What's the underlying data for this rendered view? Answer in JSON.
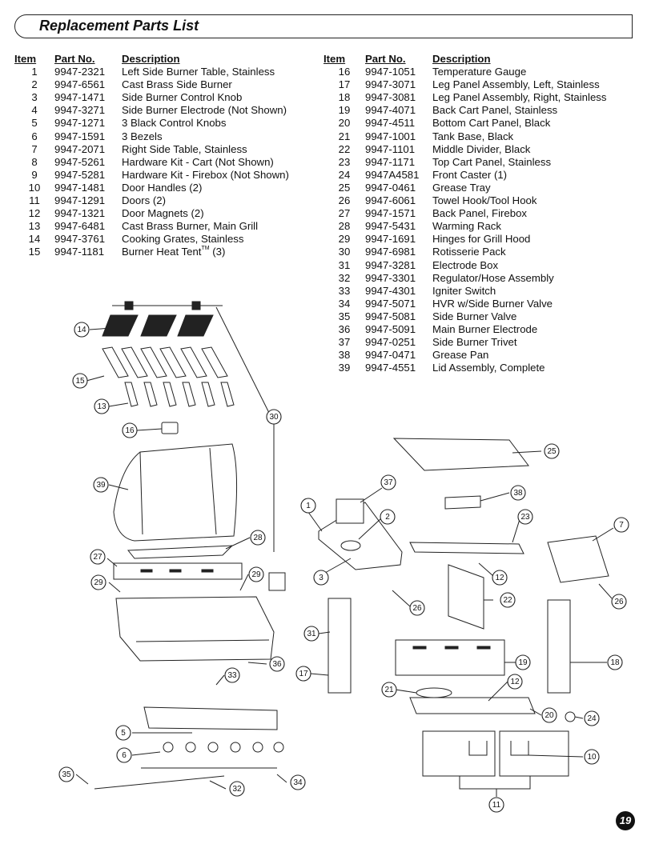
{
  "title": "Replacement Parts List",
  "headers": {
    "item": "Item",
    "part_no": "Part No.",
    "description": "Description"
  },
  "parts_left": [
    {
      "item": "1",
      "part_no": "9947-2321",
      "description": "Left Side Burner Table, Stainless"
    },
    {
      "item": "2",
      "part_no": "9947-6561",
      "description": "Cast Brass Side Burner"
    },
    {
      "item": "3",
      "part_no": "9947-1471",
      "description": "Side Burner Control Knob"
    },
    {
      "item": "4",
      "part_no": "9947-3271",
      "description": "Side Burner Electrode (Not Shown)"
    },
    {
      "item": "5",
      "part_no": "9947-1271",
      "description": "3 Black Control Knobs"
    },
    {
      "item": "6",
      "part_no": "9947-1591",
      "description": "3 Bezels"
    },
    {
      "item": "7",
      "part_no": "9947-2071",
      "description": "Right Side Table, Stainless"
    },
    {
      "item": "8",
      "part_no": "9947-5261",
      "description": "Hardware Kit - Cart (Not Shown)"
    },
    {
      "item": "9",
      "part_no": "9947-5281",
      "description": "Hardware Kit - Firebox (Not Shown)"
    },
    {
      "item": "10",
      "part_no": "9947-1481",
      "description": "Door Handles (2)"
    },
    {
      "item": "11",
      "part_no": "9947-1291",
      "description": "Doors (2)"
    },
    {
      "item": "12",
      "part_no": "9947-1321",
      "description": "Door Magnets (2)"
    },
    {
      "item": "13",
      "part_no": "9947-6481",
      "description": "Cast Brass Burner, Main Grill"
    },
    {
      "item": "14",
      "part_no": "9947-3761",
      "description": "Cooking Grates, Stainless"
    },
    {
      "item": "15",
      "part_no": "9947-1181",
      "description": "Burner Heat Tent",
      "tm": "TM",
      "suffix": " (3)"
    }
  ],
  "parts_right": [
    {
      "item": "16",
      "part_no": "9947-1051",
      "description": "Temperature Gauge"
    },
    {
      "item": "17",
      "part_no": "9947-3071",
      "description": "Leg Panel Assembly, Left, Stainless"
    },
    {
      "item": "18",
      "part_no": "9947-3081",
      "description": "Leg Panel Assembly, Right, Stainless"
    },
    {
      "item": "19",
      "part_no": "9947-4071",
      "description": "Back Cart Panel, Stainless"
    },
    {
      "item": "20",
      "part_no": "9947-4511",
      "description": "Bottom Cart Panel, Black"
    },
    {
      "item": "21",
      "part_no": "9947-1001",
      "description": "Tank Base, Black"
    },
    {
      "item": "22",
      "part_no": "9947-1101",
      "description": "Middle Divider, Black"
    },
    {
      "item": "23",
      "part_no": "9947-1171",
      "description": "Top Cart Panel, Stainless"
    },
    {
      "item": "24",
      "part_no": "9947A4581",
      "description": "Front Caster (1)"
    },
    {
      "item": "25",
      "part_no": "9947-0461",
      "description": "Grease Tray"
    },
    {
      "item": "26",
      "part_no": "9947-6061",
      "description": "Towel Hook/Tool Hook"
    },
    {
      "item": "27",
      "part_no": "9947-1571",
      "description": "Back Panel, Firebox"
    },
    {
      "item": "28",
      "part_no": "9947-5431",
      "description": "Warming Rack"
    },
    {
      "item": "29",
      "part_no": "9947-1691",
      "description": "Hinges for Grill Hood"
    },
    {
      "item": "30",
      "part_no": "9947-6981",
      "description": "Rotisserie Pack"
    },
    {
      "item": "31",
      "part_no": "9947-3281",
      "description": "Electrode Box"
    },
    {
      "item": "32",
      "part_no": "9947-3301",
      "description": "Regulator/Hose Assembly"
    },
    {
      "item": "33",
      "part_no": "9947-4301",
      "description": "Igniter Switch"
    },
    {
      "item": "34",
      "part_no": "9947-5071",
      "description": "HVR w/Side Burner Valve"
    },
    {
      "item": "35",
      "part_no": "9947-5081",
      "description": "Side Burner Valve"
    },
    {
      "item": "36",
      "part_no": "9947-5091",
      "description": "Main Burner Electrode"
    },
    {
      "item": "37",
      "part_no": "9947-0251",
      "description": "Side Burner Trivet"
    },
    {
      "item": "38",
      "part_no": "9947-0471",
      "description": "Grease Pan"
    },
    {
      "item": "39",
      "part_no": "9947-4551",
      "description": "Lid Assembly, Complete"
    }
  ],
  "callouts": [
    "14",
    "15",
    "13",
    "16",
    "30",
    "39",
    "28",
    "27",
    "29",
    "29",
    "36",
    "33",
    "5",
    "6",
    "35",
    "32",
    "34",
    "25",
    "37",
    "38",
    "1",
    "2",
    "23",
    "7",
    "3",
    "12",
    "22",
    "26",
    "26",
    "31",
    "19",
    "18",
    "17",
    "21",
    "12",
    "20",
    "24",
    "10",
    "11"
  ],
  "page_number": "19"
}
